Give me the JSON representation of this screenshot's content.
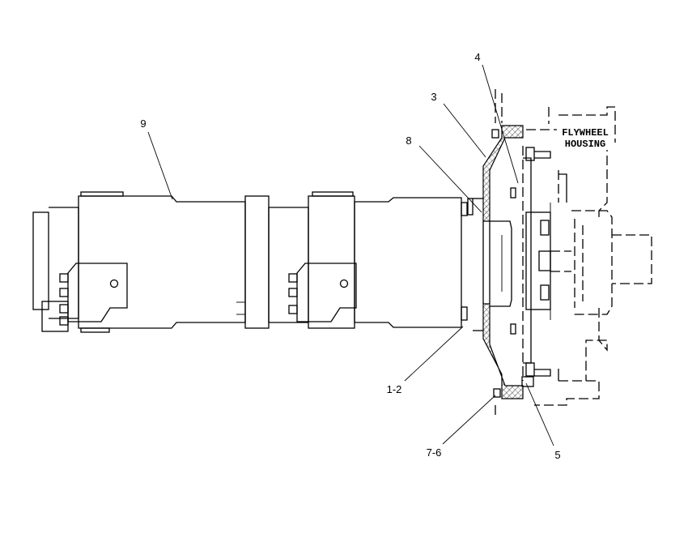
{
  "callouts": {
    "c1": "1-2",
    "c3": "3",
    "c4": "4",
    "c5": "5",
    "c7": "7-6",
    "c8": "8",
    "c9": "9"
  },
  "labels": {
    "flywheel": "FLYWHEEL",
    "housing": "HOUSING"
  },
  "colors": {
    "line": "#000000",
    "background": "#ffffff"
  }
}
